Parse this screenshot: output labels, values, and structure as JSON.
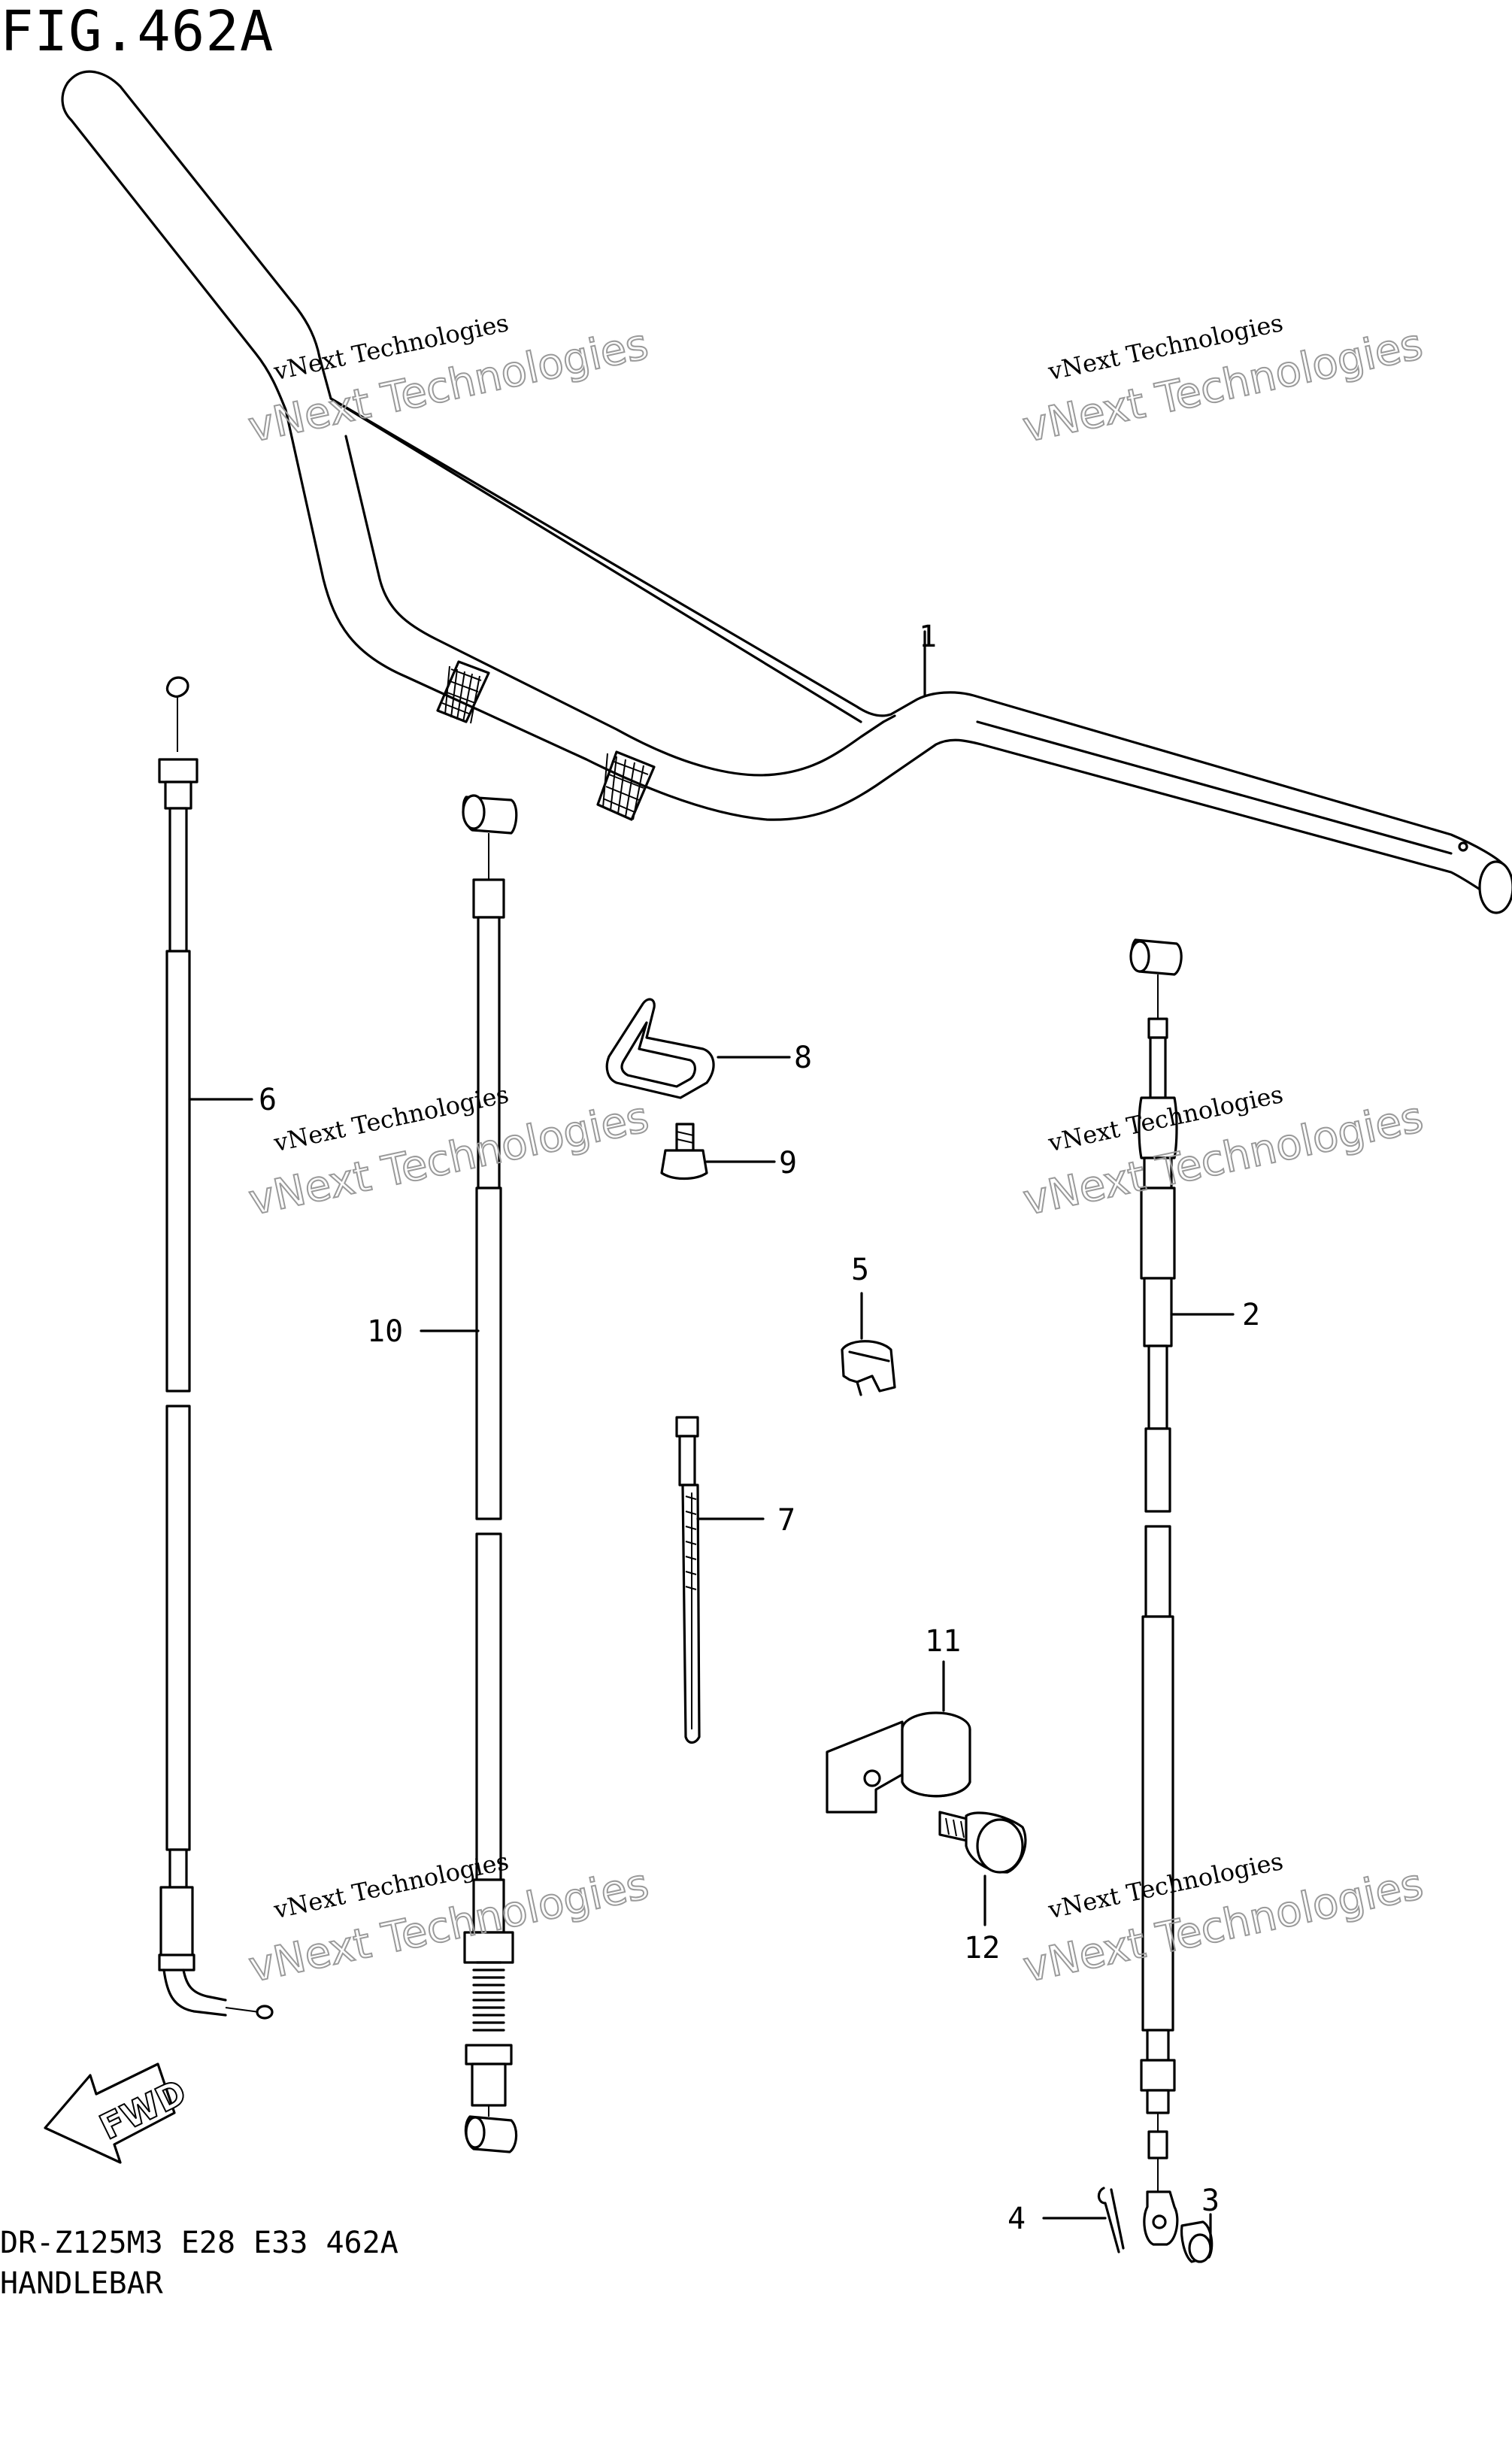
{
  "figure": {
    "title": "FIG.462A"
  },
  "footer": {
    "model_line": "DR-Z125M3 E28 E33 462A",
    "section_name": "HANDLEBAR"
  },
  "fwd_label": "FWD",
  "watermark": {
    "line1": "vNext Technologies",
    "line2": "vNext Technologies"
  },
  "callouts": [
    {
      "id": "1",
      "label": "1"
    },
    {
      "id": "2",
      "label": "2"
    },
    {
      "id": "3",
      "label": "3"
    },
    {
      "id": "4",
      "label": "4"
    },
    {
      "id": "5",
      "label": "5"
    },
    {
      "id": "6",
      "label": "6"
    },
    {
      "id": "7",
      "label": "7"
    },
    {
      "id": "8",
      "label": "8"
    },
    {
      "id": "9",
      "label": "9"
    },
    {
      "id": "10",
      "label": "10"
    },
    {
      "id": "11",
      "label": "11"
    },
    {
      "id": "12",
      "label": "12"
    }
  ]
}
